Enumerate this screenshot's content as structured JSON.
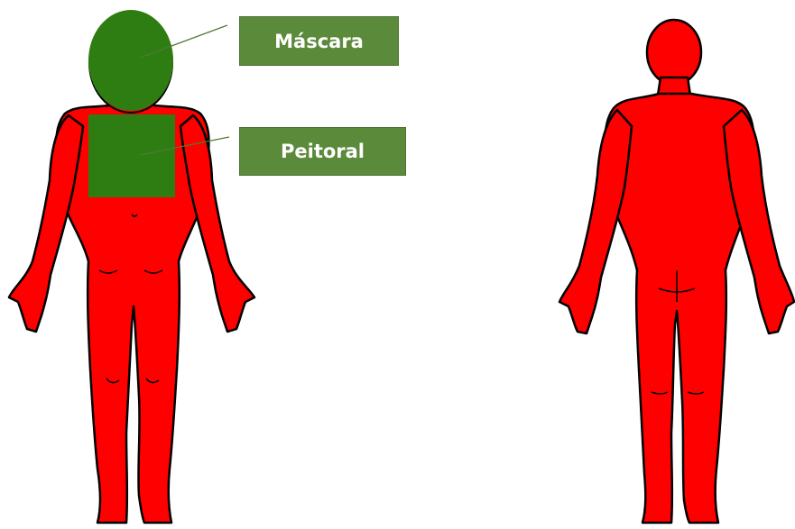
{
  "figures": [
    {
      "name": "body-front",
      "view": "front"
    },
    {
      "name": "body-back",
      "view": "back"
    }
  ],
  "zones": [
    {
      "name": "mascara-zone",
      "shape": "ellipse",
      "region": "head"
    },
    {
      "name": "peitoral-zone",
      "shape": "rectangle",
      "region": "chest"
    }
  ],
  "labels": {
    "mascara": "Máscara",
    "peitoral": "Peitoral"
  },
  "colors": {
    "body_fill": "#ff0000",
    "body_outline": "#000000",
    "zone_fill": "#2e7d13",
    "label_fill": "#5b8a3a",
    "label_text": "#ffffff",
    "leader_line": "#4f7a33"
  }
}
